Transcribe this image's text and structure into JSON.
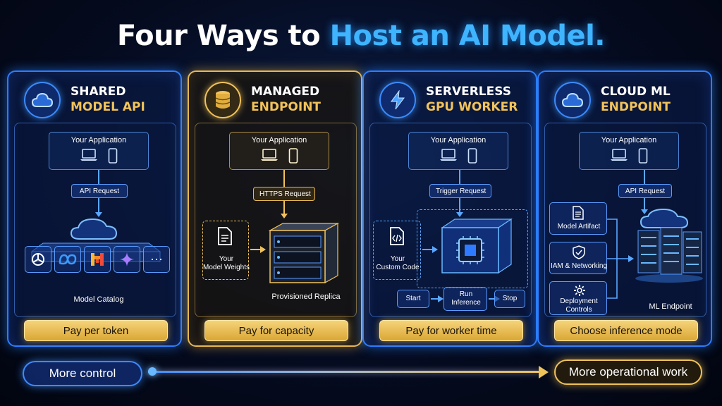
{
  "title": {
    "part1": "Four Ways to ",
    "part2": "Host an AI Model."
  },
  "panels": [
    {
      "heading1": "SHARED",
      "heading2": "MODEL API",
      "icon": "cloud-icon",
      "app_label": "Your Application",
      "request_label": "API Request",
      "catalog_label": "Model Catalog",
      "model_icons": [
        "openai-logo-icon",
        "meta-logo-icon",
        "mistral-logo-icon",
        "sparkle-icon",
        "more-dots-icon"
      ],
      "more_label": "···",
      "pay_label": "Pay per token"
    },
    {
      "heading1": "MANAGED",
      "heading2": "ENDPOINT",
      "icon": "database-icon",
      "app_label": "Your Application",
      "request_label": "HTTPS Request",
      "weights_label1": "Your",
      "weights_label2": "Model Weights",
      "replica_label": "Provisioned Replica",
      "pay_label": "Pay for capacity"
    },
    {
      "heading1": "SERVERLESS",
      "heading2": "GPU WORKER",
      "icon": "lightning-icon",
      "app_label": "Your Application",
      "request_label": "Trigger Request",
      "code_label1": "Your",
      "code_label2": "Custom Code",
      "start_label": "Start",
      "run_label1": "Run",
      "run_label2": "Inference",
      "stop_label": "Stop",
      "pay_label": "Pay for worker time"
    },
    {
      "heading1": "CLOUD ML",
      "heading2": "ENDPOINT",
      "icon": "cloud-icon",
      "app_label": "Your Application",
      "request_label": "API Request",
      "artifact_label": "Model Artifact",
      "iam_label": "IAM & Networking",
      "deploy_label1": "Deployment",
      "deploy_label2": "Controls",
      "endpoint_label": "ML Endpoint",
      "pay_label": "Choose inference mode"
    }
  ],
  "scale": {
    "left_label": "More control",
    "right_label": "More operational work"
  },
  "colors": {
    "accent_blue": "#3d8cff",
    "accent_gold": "#f0c25a",
    "background": "#050b1f"
  }
}
